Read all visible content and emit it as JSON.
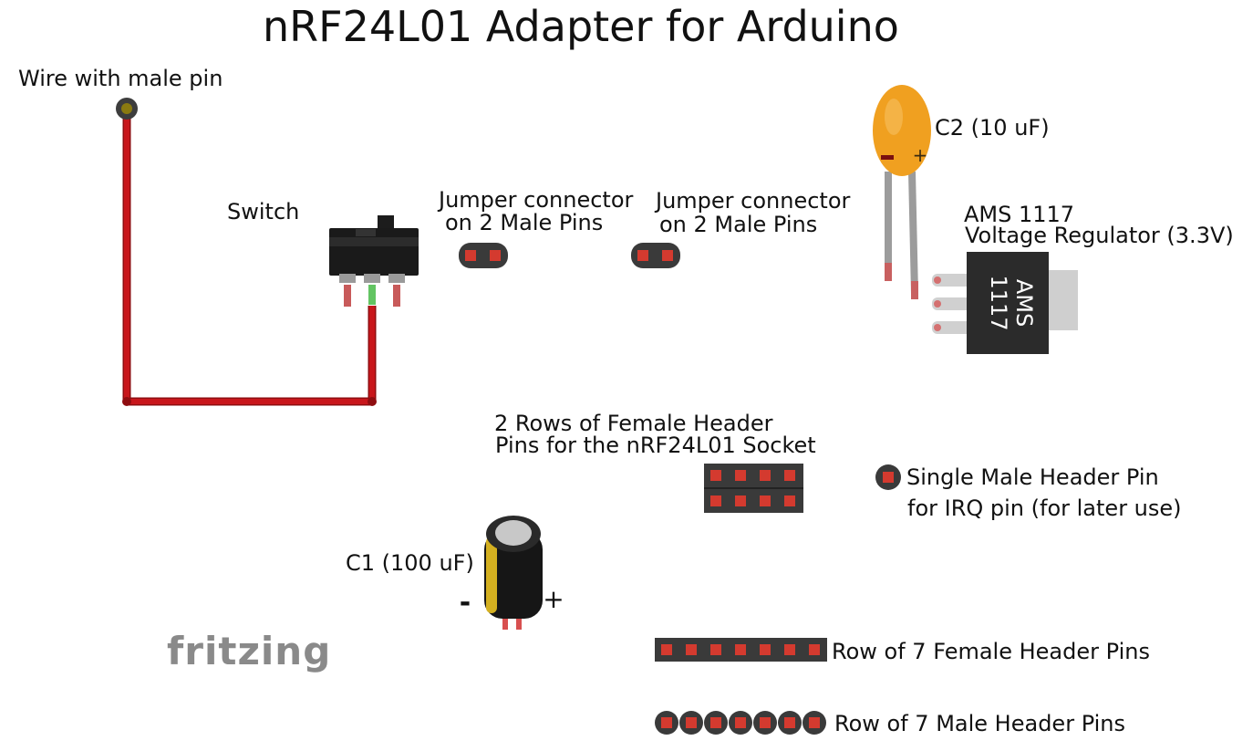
{
  "title": "nRF24L01 Adapter for Arduino",
  "logo_text": "fritzing",
  "labels": {
    "wire": "Wire with male pin",
    "switch": "Switch",
    "jumper1_line1": "Jumper connector",
    "jumper1_line2": "on 2 Male Pins",
    "jumper2_line1": "Jumper connector",
    "jumper2_line2": "on 2 Male Pins",
    "c2": "C2 (10 uF)",
    "regulator_line1": "AMS 1117",
    "regulator_line2": "Voltage Regulator (3.3V)",
    "regulator_chip_line1": "AMS",
    "regulator_chip_line2": "1117",
    "female_socket_line1": "2 Rows of Female Header",
    "female_socket_line2": "Pins for the nRF24L01 Socket",
    "irq_line1": "Single Male Header Pin",
    "irq_line2": "for IRQ pin (for later use)",
    "c1": "C1 (100 uF)",
    "c1_minus": "-",
    "c1_plus": "+",
    "c2_minus": "-",
    "c2_plus": "+",
    "row7_female": "Row of 7 Female Header Pins",
    "row7_male": "Row of 7 Male Header Pins"
  },
  "colors": {
    "wire": "#c8161b",
    "wire_dark": "#8f0d10",
    "pin_pad": "#d43a2f",
    "header_body": "#3a3a3a",
    "capacitor_tantalum": "#f0a020",
    "capacitor_electrolytic": "#1a1a1a",
    "logo": "#8a8a8a"
  }
}
